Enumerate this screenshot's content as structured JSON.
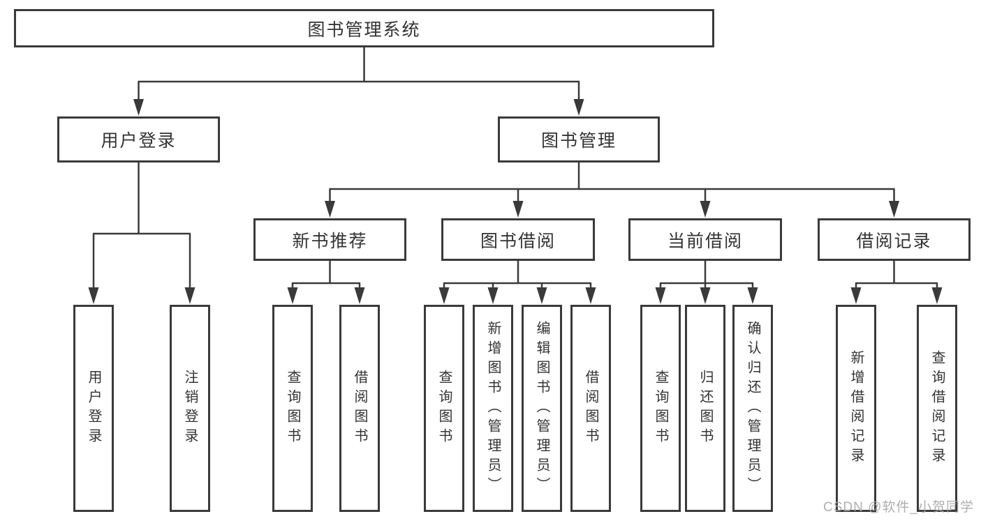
{
  "tree": {
    "label": "图书管理系统",
    "children": [
      {
        "label": "用户登录",
        "children": [
          {
            "label": "用户登录"
          },
          {
            "label": "注销登录"
          }
        ]
      },
      {
        "label": "图书管理",
        "children": [
          {
            "label": "新书推荐",
            "children": [
              {
                "label": "查询图书"
              },
              {
                "label": "借阅图书"
              }
            ]
          },
          {
            "label": "图书借阅",
            "children": [
              {
                "label": "查询图书"
              },
              {
                "label": "新增图书（管理员）"
              },
              {
                "label": "编辑图书（管理员）"
              },
              {
                "label": "借阅图书"
              }
            ]
          },
          {
            "label": "当前借阅",
            "children": [
              {
                "label": "查询图书"
              },
              {
                "label": "归还图书"
              },
              {
                "label": "确认归还（管理员）"
              }
            ]
          },
          {
            "label": "借阅记录",
            "children": [
              {
                "label": "新增借阅记录"
              },
              {
                "label": "查询借阅记录"
              }
            ]
          }
        ]
      }
    ]
  },
  "watermark": "CSDN @软件_小贺同学",
  "colors": {
    "line": "#3a3a3a",
    "box_border": "#3a3a3a",
    "box_background": "#ffffff",
    "text": "#333333",
    "watermark": "#a7a7a7",
    "page_background": "#ffffff"
  }
}
